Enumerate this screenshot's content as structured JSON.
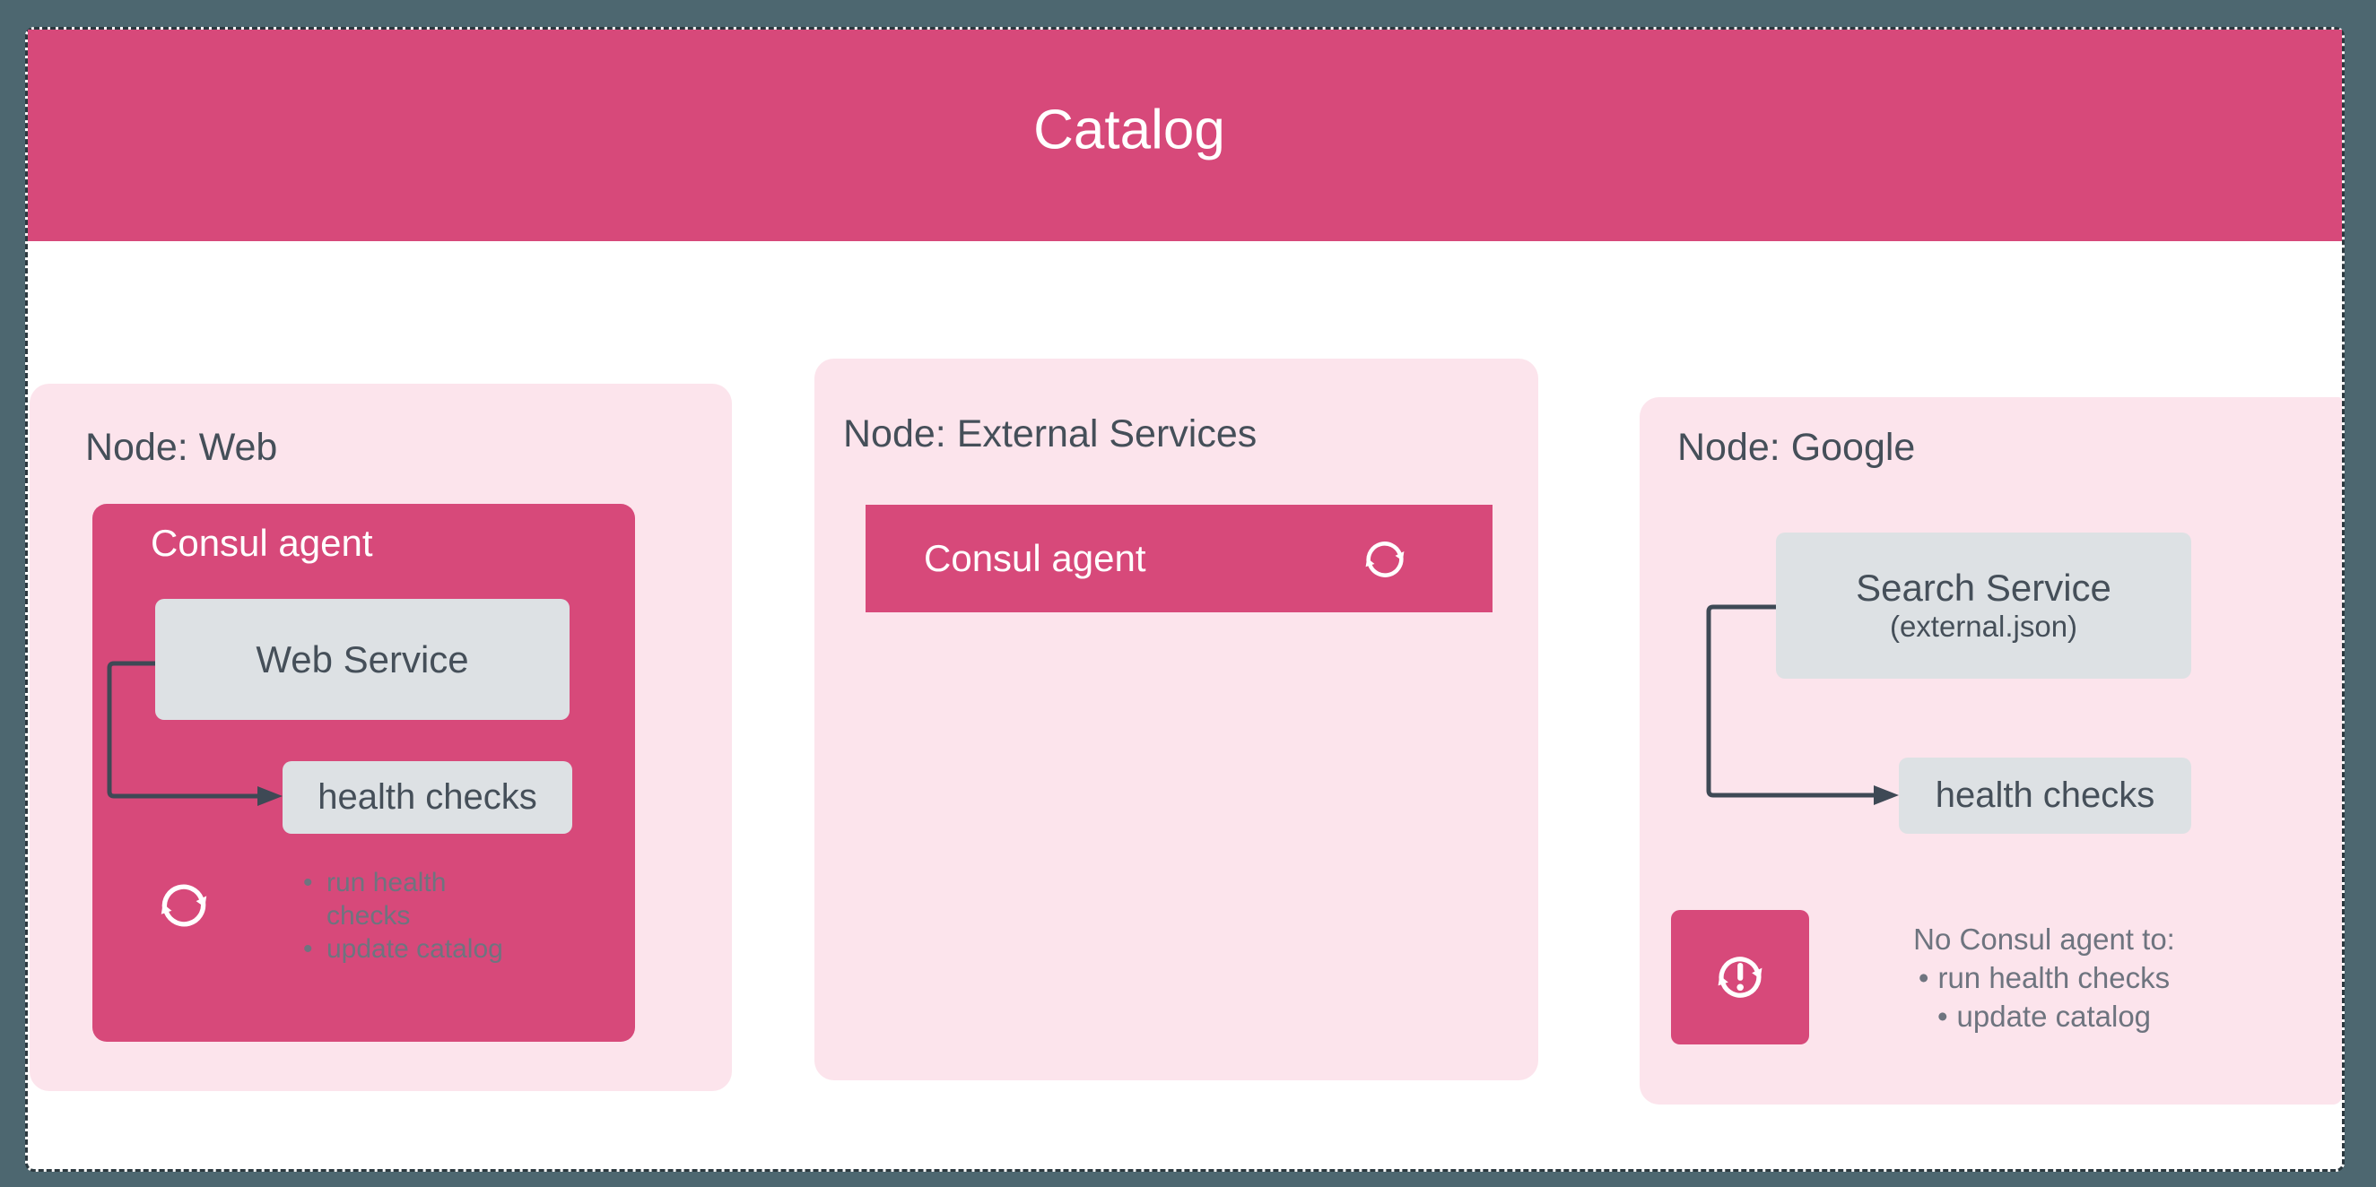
{
  "colors": {
    "background": "#4d6770",
    "canvas": "#ffffff",
    "accent_pink": "#d7497a",
    "panel_pink": "#fce4ec",
    "box_grey": "#dde1e4",
    "text_dark": "#454f59",
    "text_muted": "#6e747f",
    "text_light": "#ffffff",
    "connector": "#3e4955",
    "dashed_border": "#2c393f"
  },
  "glyphs": {
    "bullet": "•"
  },
  "icons": {
    "sync": "sync-icon",
    "sync_problem": "sync-problem-icon"
  },
  "header": {
    "title": "Catalog"
  },
  "nodes": [
    {
      "label": "Node: Web",
      "agent": {
        "label": "Consul agent",
        "service": "Web Service",
        "health": "health checks",
        "bullets": [
          "run health checks",
          "update catalog"
        ]
      }
    },
    {
      "label": "Node: External Services",
      "agent": {
        "label": "Consul agent"
      }
    },
    {
      "label": "Node: Google",
      "service": {
        "title": "Search Service",
        "subtitle": "(external.json)"
      },
      "health": "health checks",
      "note": {
        "heading": "No Consul agent to:",
        "bullets": [
          "run health checks",
          "update catalog"
        ]
      }
    }
  ]
}
